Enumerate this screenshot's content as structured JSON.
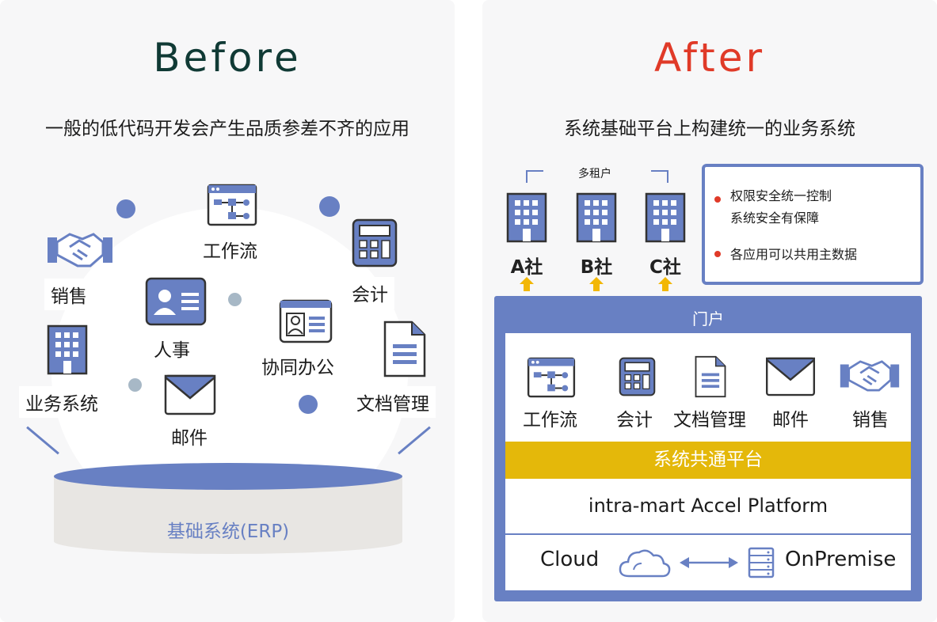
{
  "before": {
    "title": "Before",
    "subtitle": "一般的低代码开发会产生品质参差不齐的应用",
    "apps": {
      "sales": "销售",
      "workflow": "工作流",
      "accounting": "会计",
      "hr": "人事",
      "collaboration": "协同办公",
      "business_system": "业务系统",
      "documents": "文档管理",
      "mail": "邮件"
    },
    "base": "基础系统(ERP)"
  },
  "after": {
    "title": "After",
    "subtitle": "系统基础平台上构建统一的业务系统",
    "tenant_label": "多租户",
    "companies": [
      "A社",
      "B社",
      "C社"
    ],
    "features": [
      "权限安全统一控制",
      "系统安全有保障",
      "各应用可以共用主数据"
    ],
    "portal": "门户",
    "apps": [
      "工作流",
      "会计",
      "文档管理",
      "邮件",
      "销售"
    ],
    "common_platform": "系统共通平台",
    "platform": "intra-mart Accel Platform",
    "cloud": "Cloud",
    "onpremise": "OnPremise"
  },
  "colors": {
    "primary_blue": "#6880c3",
    "before_title": "#103a35",
    "after_title": "#e03a28",
    "yellow_bar": "#e4b80a",
    "arrow_yellow": "#f2b705"
  }
}
